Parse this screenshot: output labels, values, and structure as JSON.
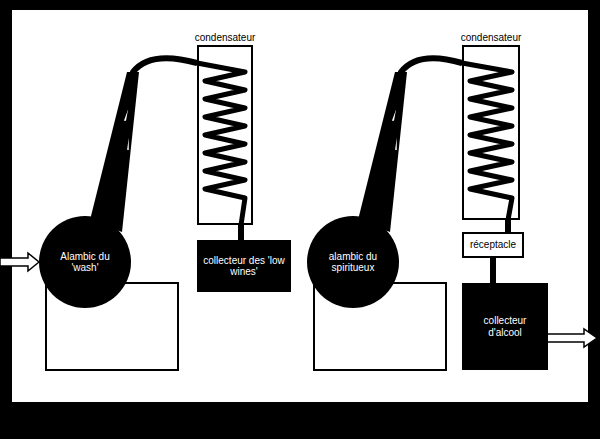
{
  "diagram": {
    "nodes": [
      {
        "text": [
          "Alambic du 'wash'"
        ]
      },
      {
        "text": [
          "condensateur"
        ]
      },
      {
        "text": [
          "collecteur des 'low wines'"
        ]
      },
      {
        "text": [
          "alambic du spiritueux"
        ]
      },
      {
        "text": [
          "condensateur"
        ]
      },
      {
        "text": [
          "réceptacle"
        ]
      },
      {
        "text": [
          "collecteur d'alcool"
        ]
      }
    ],
    "edges": [
      {
        "from": 0,
        "to": 1,
        "arrow": "none"
      },
      {
        "from": 1,
        "to": 2,
        "arrow": "none"
      },
      {
        "from": 3,
        "to": 4,
        "arrow": "none"
      },
      {
        "from": 4,
        "to": 5,
        "arrow": "none"
      },
      {
        "from": 5,
        "to": 6,
        "arrow": "none"
      }
    ]
  }
}
